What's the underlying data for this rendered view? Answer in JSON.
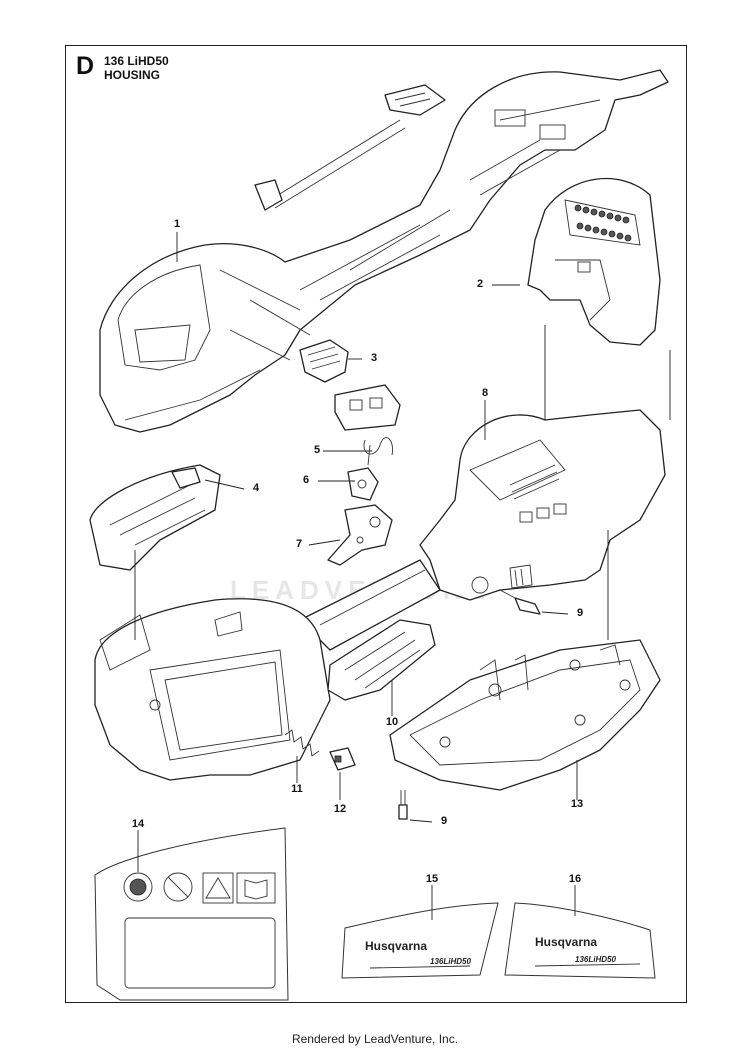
{
  "header": {
    "letter": "D",
    "model": "136 LiHD50",
    "name": "HOUSING"
  },
  "callouts": [
    {
      "id": "c1",
      "label": "1"
    },
    {
      "id": "c2",
      "label": "2"
    },
    {
      "id": "c3",
      "label": "3"
    },
    {
      "id": "c4",
      "label": "4"
    },
    {
      "id": "c5",
      "label": "5"
    },
    {
      "id": "c6",
      "label": "6"
    },
    {
      "id": "c7",
      "label": "7"
    },
    {
      "id": "c8",
      "label": "8"
    },
    {
      "id": "c9a",
      "label": "9"
    },
    {
      "id": "c9b",
      "label": "9"
    },
    {
      "id": "c10",
      "label": "10"
    },
    {
      "id": "c11",
      "label": "11"
    },
    {
      "id": "c12",
      "label": "12"
    },
    {
      "id": "c13",
      "label": "13"
    },
    {
      "id": "c14",
      "label": "14"
    },
    {
      "id": "c15",
      "label": "15"
    },
    {
      "id": "c16",
      "label": "16"
    }
  ],
  "decals": {
    "brand": "Husqvarna",
    "model_text": "136LiHD50"
  },
  "watermark": "LEADVENTURE",
  "footer": "Rendered by LeadVenture, Inc.",
  "colors": {
    "line": "#222222",
    "background": "#ffffff",
    "watermark": "#e6e6e6"
  }
}
